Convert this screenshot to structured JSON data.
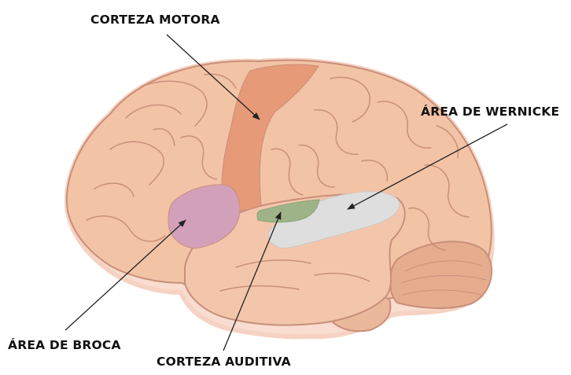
{
  "labels": {
    "motor_cortex": "CORTEZA MOTORA",
    "wernicke": "ÁREA DE WERNICKE",
    "broca": "ÁREA DE BROCA",
    "auditory_cortex": "CORTEZA AUDITIVA"
  },
  "colors": {
    "brain_fill": "#f3c3a6",
    "brain_outline": "#c98f7a",
    "motor_cortex": "#e69a78",
    "broca": "#d3a0ba",
    "wernicke": "#dedede",
    "auditory_cortex": "#9fb389",
    "label_text": "#111111"
  }
}
